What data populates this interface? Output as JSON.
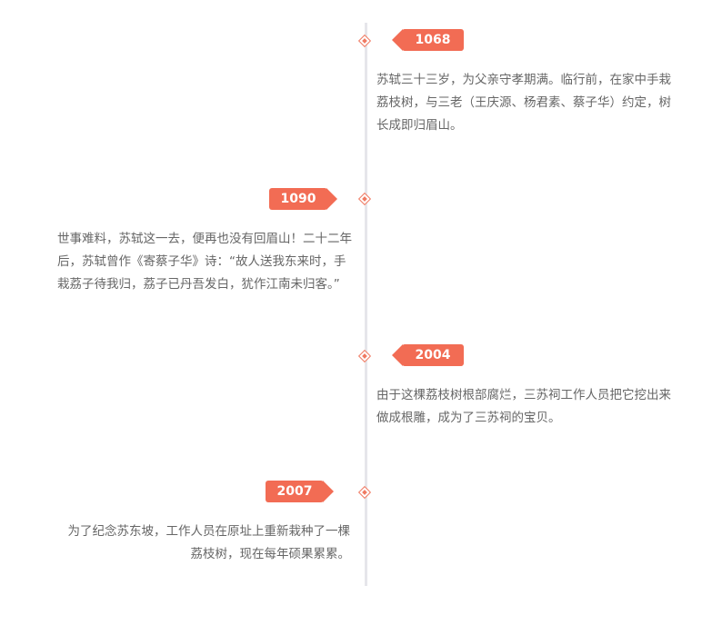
{
  "accent_color": "#f26c54",
  "events": [
    {
      "year": "1068年",
      "text": "苏轼三十三岁，为父亲守孝期满。临行前，在家中手栽荔枝树，与三老（王庆源、杨君素、蔡子华）约定，树长成即归眉山。"
    },
    {
      "year": "1090年",
      "text": "世事难料，苏轼这一去，便再也没有回眉山！二十二年后，苏轼曾作《寄蔡子华》诗：“故人送我东来时，手栽荔子待我归，荔子已丹吾发白，犹作江南未归客。”"
    },
    {
      "year": "2004年",
      "text": "由于这棵荔枝树根部腐烂，三苏祠工作人员把它挖出来做成根雕，成为了三苏祠的宝贝。"
    },
    {
      "year": "2007年",
      "text": "为了纪念苏东坡，工作人员在原址上重新栽种了一棵荔枝树，现在每年硕果累累。"
    }
  ]
}
